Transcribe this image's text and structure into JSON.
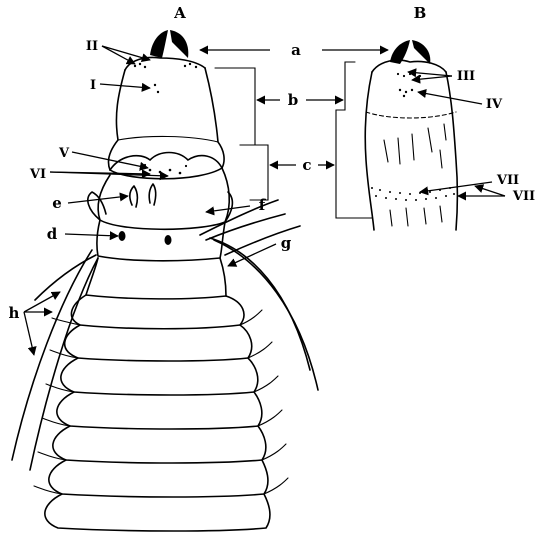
{
  "panels": {
    "a": "A",
    "b": "B"
  },
  "labels": {
    "a": "a",
    "b": "b",
    "c": "c",
    "d": "d",
    "e": "e",
    "f": "f",
    "g": "g",
    "h": "h",
    "I": "I",
    "II": "II",
    "III": "III",
    "IV": "IV",
    "V": "V",
    "VI": "VI",
    "VII_1": "VII",
    "VII_2": "VII"
  }
}
